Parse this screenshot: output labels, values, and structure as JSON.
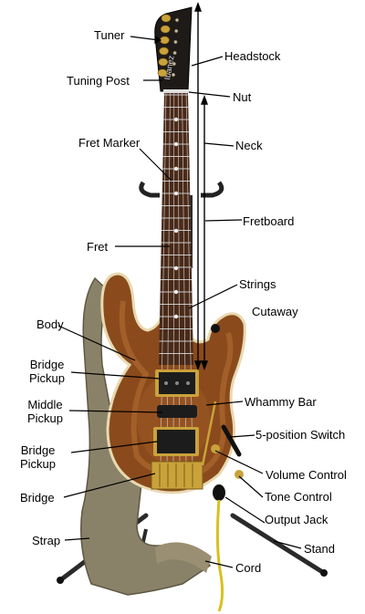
{
  "labels": {
    "tuner": "Tuner",
    "headstock": "Headstock",
    "tuning_post": "Tuning Post",
    "nut": "Nut",
    "fret_marker": "Fret Marker",
    "neck": "Neck",
    "fretboard": "Fretboard",
    "fret": "Fret",
    "strings": "Strings",
    "cutaway": "Cutaway",
    "body": "Body",
    "bridge_pickup_top_line1": "Bridge",
    "bridge_pickup_top_line2": "Pickup",
    "middle_pickup_line1": "Middle",
    "middle_pickup_line2": "Pickup",
    "whammy_bar": "Whammy Bar",
    "five_position_switch": "5-position Switch",
    "bridge_pickup_bottom_line1": "Bridge",
    "bridge_pickup_bottom_line2": "Pickup",
    "volume_control": "Volume Control",
    "bridge": "Bridge",
    "tone_control": "Tone Control",
    "output_jack": "Output Jack",
    "strap": "Strap",
    "stand": "Stand",
    "cord": "Cord"
  },
  "logo_text": "Ibanez",
  "colors": {
    "body_wood": "#8a4a1c",
    "body_highlight": "#c07a3a",
    "binding": "#e8d9b0",
    "fretboard": "#4a2a18",
    "hardware_gold": "#c9a23a",
    "pickup": "#1c1c1c",
    "strap": "#8a8268",
    "cord": "#d8c020",
    "stand": "#2a2a2a",
    "leader_line": "#000000"
  }
}
